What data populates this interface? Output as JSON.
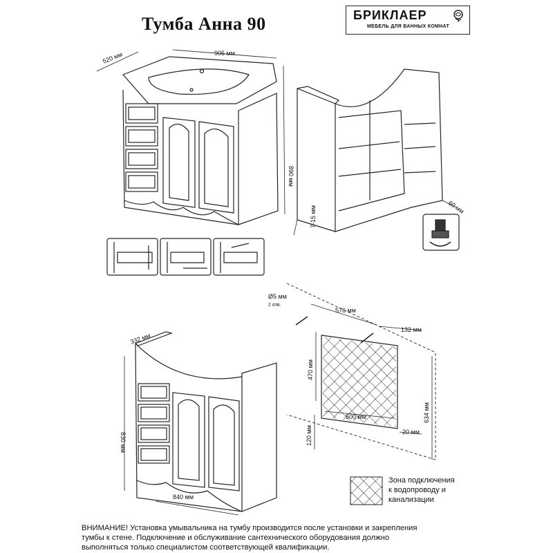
{
  "title": "Тумба Анна 90",
  "logo": {
    "brand": "БРИКЛАЕР",
    "tagline": "МЕБЕЛЬ ДЛЯ ВАННЫХ КОМНАТ",
    "icon": "rose-icon"
  },
  "top_dimensions": {
    "depth": "520 мм",
    "width": "905 мм",
    "height": "890 мм",
    "leg_adjust": "7-15 мм",
    "back_gap": "60 мм"
  },
  "bottom_dimensions": {
    "depth": "332 мм",
    "height": "830 мм",
    "width": "840 мм",
    "hole_diameter": "Ø5 мм",
    "hole_count": "2 отв.",
    "hole_spacing": "576 мм",
    "side_offset": "132 мм",
    "zone_height": "470 мм",
    "mount_height": "634 мм",
    "zone_width": "500 мм",
    "floor_gap": "120 мм",
    "side_gap": "20 мм"
  },
  "legend": {
    "line1": "Зона подключения",
    "line2": "к водопроводу и",
    "line3": "канализации"
  },
  "warning": {
    "line1": "ВНИМАНИЕ! Установка умывальника на тумбу производится после установки и закрепления",
    "line2": "тумбы к стене. Подключение и обслуживание сантехнического оборудования должно",
    "line3": "выполняться только специалистом соответствующей квалификации."
  }
}
